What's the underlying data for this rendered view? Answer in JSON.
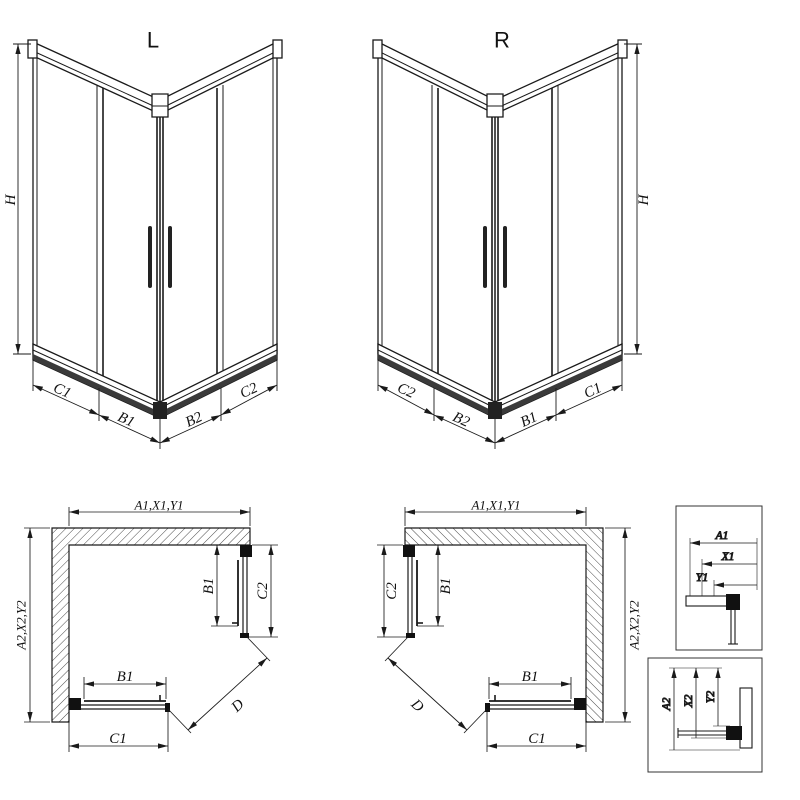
{
  "page": {
    "background": "#ffffff",
    "ink": "#1a1a1a"
  },
  "iso_left": {
    "title": "L",
    "dim_h": "H",
    "dim_c1": "C1",
    "dim_b1": "B1",
    "dim_b2": "B2",
    "dim_c2": "C2"
  },
  "iso_right": {
    "title": "R",
    "dim_h": "H",
    "dim_c1": "C1",
    "dim_b1": "B1",
    "dim_b2": "B2",
    "dim_c2": "C2"
  },
  "plan_left": {
    "dim_width": "A1,X1,Y1",
    "dim_depth": "A2,X2,Y2",
    "dim_b1_side": "B1",
    "dim_c2_side": "C2",
    "dim_b1_front": "B1",
    "dim_c1_front": "C1",
    "dim_d": "D"
  },
  "plan_right": {
    "dim_width": "A1,X1,Y1",
    "dim_depth": "A2,X2,Y2",
    "dim_b1_side": "B1",
    "dim_c2_side": "C2",
    "dim_b1_front": "B1",
    "dim_c1_front": "C1",
    "dim_d": "D"
  },
  "detail_width": {
    "dim_a1": "A1",
    "dim_x1": "X1",
    "dim_y1": "Y1"
  },
  "detail_depth": {
    "dim_a2": "A2",
    "dim_x2": "X2",
    "dim_y2": "Y2"
  }
}
